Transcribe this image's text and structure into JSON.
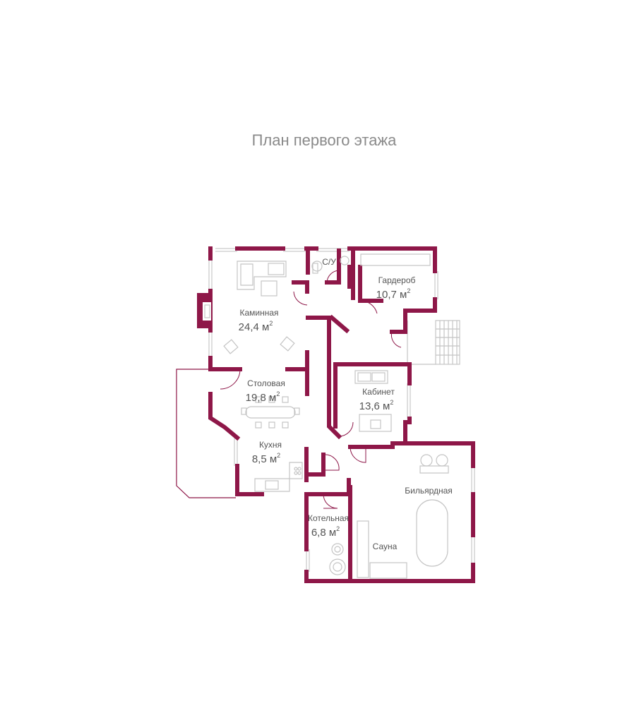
{
  "title": "План первого этажа",
  "rooms": [
    {
      "id": "kaminnaya",
      "name": "Каминная",
      "area": "24,4 м",
      "unit_sup": "2"
    },
    {
      "id": "stolovaya",
      "name": "Столовая",
      "area": "19,8 м",
      "unit_sup": "2"
    },
    {
      "id": "kukhnya",
      "name": "Кухня",
      "area": "8,5 м",
      "unit_sup": "2"
    },
    {
      "id": "kotelnaya",
      "name": "Котельная",
      "area": "6,8 м",
      "unit_sup": "2"
    },
    {
      "id": "garderob",
      "name": "Гардероб",
      "area": "10,7 м",
      "unit_sup": "2"
    },
    {
      "id": "kabinet",
      "name": "Кабинет",
      "area": "13,6 м",
      "unit_sup": "2"
    },
    {
      "id": "bilyardnaya",
      "name": "Бильярдная"
    },
    {
      "id": "sauna",
      "name": "Сауна"
    },
    {
      "id": "su",
      "name": "С/У"
    }
  ],
  "colors": {
    "wall": "#8e1748",
    "furniture": "#c4c4c4",
    "text": "#555555",
    "title": "#8a8a8a"
  }
}
